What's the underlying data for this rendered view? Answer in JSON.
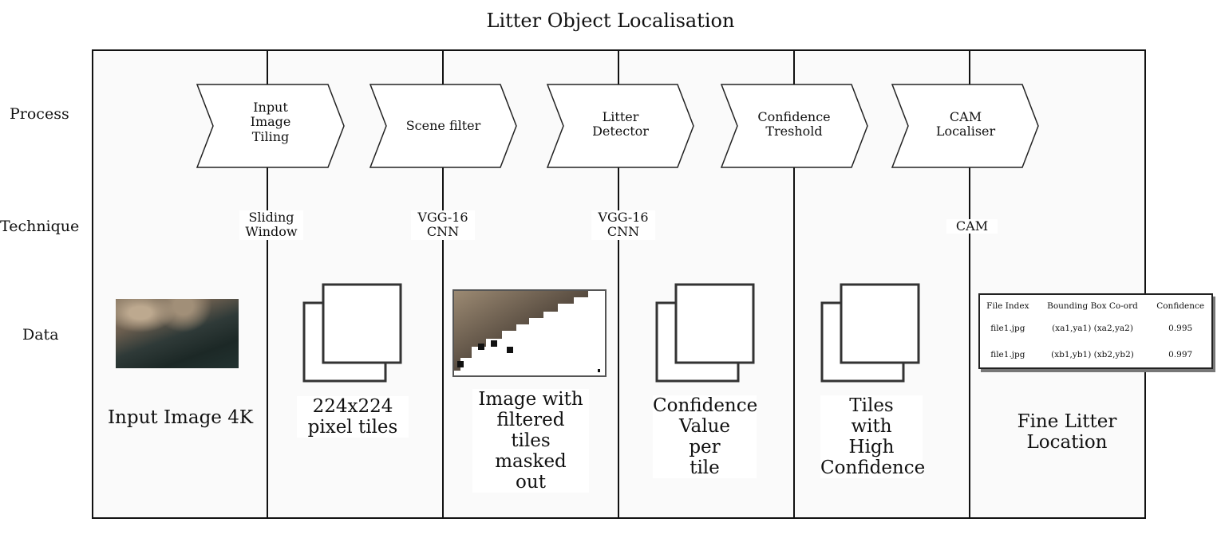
{
  "title": "Litter Object Localisation",
  "row_labels": {
    "process": "Process",
    "technique": "Technique",
    "data": "Data"
  },
  "steps": [
    "Input\nImage\nTiling",
    "Scene filter",
    "Litter\nDetector",
    "Confidence\nTreshold",
    "CAM\nLocaliser"
  ],
  "techniques": [
    "Sliding\nWindow",
    "VGG-16\nCNN",
    "VGG-16\nCNN",
    "CAM"
  ],
  "data_captions": [
    "Input Image 4K",
    "224x224\npixel tiles",
    "Image with\nfiltered\ntiles masked\nout",
    "Confidence\nValue\nper\ntile",
    "Tiles\nwith\nHigh\nConfidence",
    "Fine Litter\nLocation"
  ],
  "result_table": {
    "headers": [
      "File Index",
      "Bounding Box Co-ord",
      "Confidence"
    ],
    "rows": [
      [
        "file1.jpg",
        "(xa1,ya1) (xa2,ya2)",
        "0.995"
      ],
      [
        "file1.jpg",
        "(xb1,yb1) (xb2,yb2)",
        "0.997"
      ]
    ]
  }
}
